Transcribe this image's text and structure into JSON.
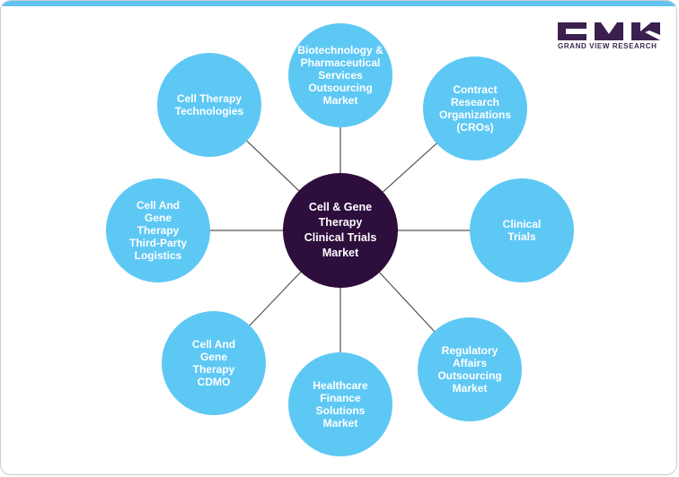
{
  "brand": {
    "name": "GRAND VIEW RESEARCH",
    "mark_color": "#3b1f4f",
    "accent_color": "#62c3f0"
  },
  "diagram": {
    "center": {
      "lines": [
        "Cell & Gene",
        "Therapy",
        "Clinical Trials",
        "Market"
      ],
      "color": "#2d0e3c"
    },
    "leaf_color": "#5ec8f4",
    "connector_color": "#555555",
    "nodes": [
      {
        "id": "biotech",
        "lines": [
          "Biotechnology &",
          "Pharmaceutical",
          "Services",
          "Outsourcing",
          "Market"
        ]
      },
      {
        "id": "cro",
        "lines": [
          "Contract",
          "Research",
          "Organizations",
          "(CROs)"
        ]
      },
      {
        "id": "clinical-trials",
        "lines": [
          "Clinical",
          "Trials"
        ]
      },
      {
        "id": "regulatory",
        "lines": [
          "Regulatory",
          "Affairs",
          "Outsourcing",
          "Market"
        ]
      },
      {
        "id": "healthcare-finance",
        "lines": [
          "Healthcare",
          "Finance",
          "Solutions",
          "Market"
        ]
      },
      {
        "id": "cdmo",
        "lines": [
          "Cell And",
          "Gene",
          "Therapy",
          "CDMO"
        ]
      },
      {
        "id": "logistics",
        "lines": [
          "Cell And",
          "Gene",
          "Therapy",
          "Third-Party",
          "Logistics"
        ]
      },
      {
        "id": "cell-therapy-tech",
        "lines": [
          "Cell Therapy",
          "Technologies"
        ]
      }
    ]
  }
}
